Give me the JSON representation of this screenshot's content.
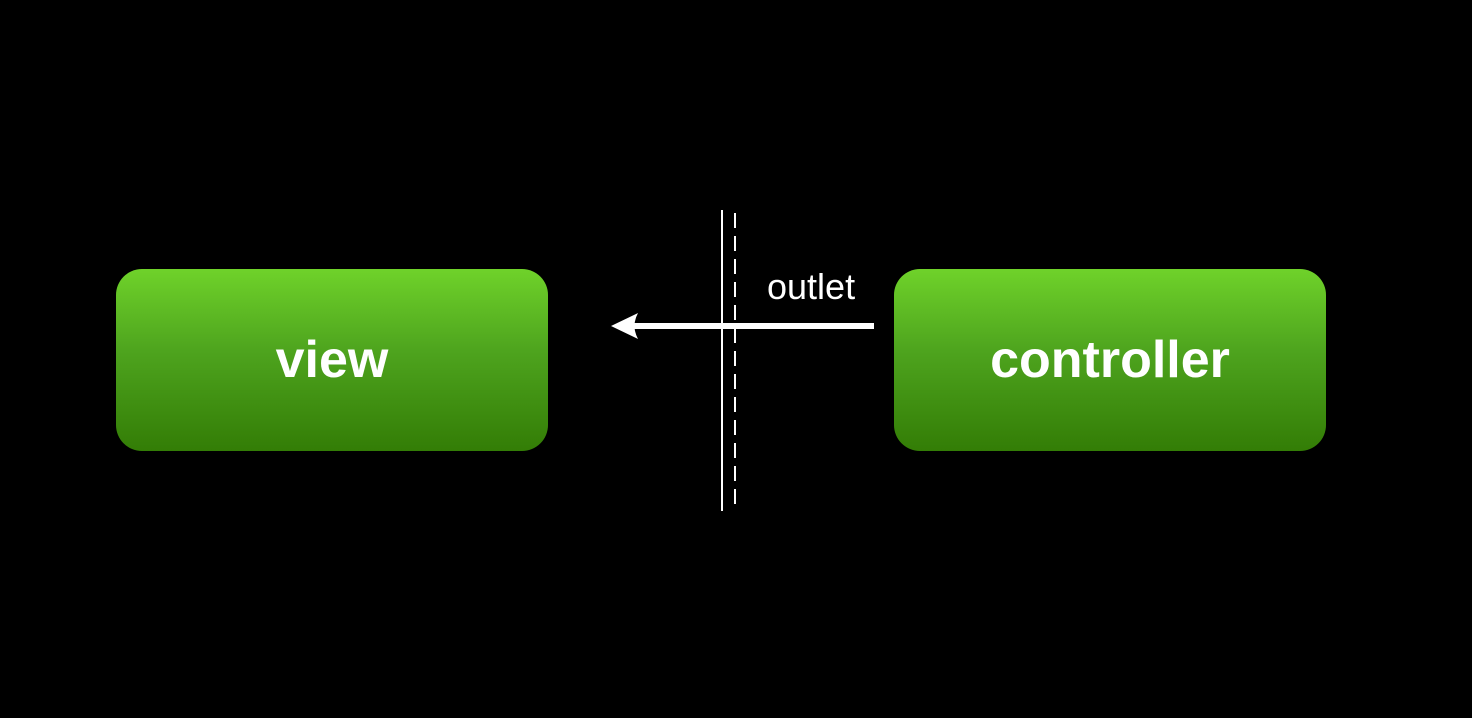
{
  "nodes": {
    "view": {
      "label": "view"
    },
    "controller": {
      "label": "controller"
    }
  },
  "connection": {
    "label": "outlet",
    "from": "controller",
    "to": "view"
  },
  "colors": {
    "background": "#000000",
    "box_top": "#6fd22a",
    "box_bottom": "#337d06",
    "text": "#ffffff",
    "line": "#ffffff"
  }
}
